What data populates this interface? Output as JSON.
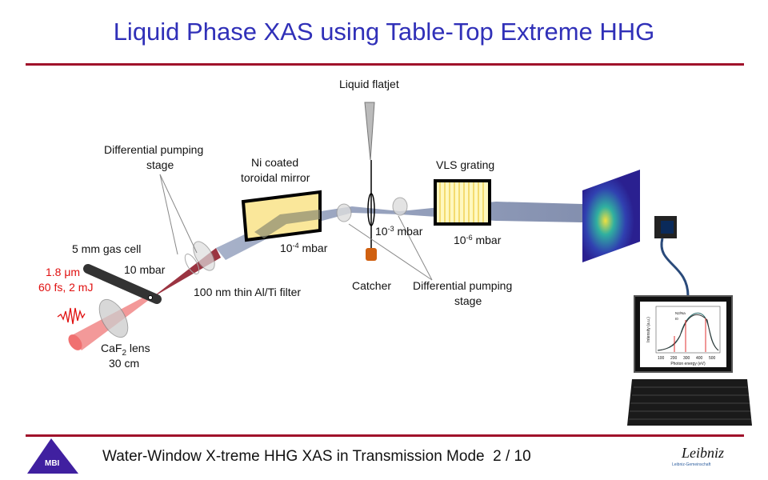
{
  "title": "Liquid Phase XAS using Table-Top Extreme HHG",
  "footer": {
    "text": "Water-Window  X-treme HHG XAS in Transmission Mode",
    "page": "2 / 10",
    "logo_left": "MBI",
    "logo_right": "Leibniz",
    "logo_right_sub": "Leibniz-Gemeinschaft"
  },
  "labels": {
    "laser_l1": "1.8 μm",
    "laser_l2": "60 fs, 2 mJ",
    "gas_cell": "5 mm gas cell",
    "gas_pressure": "10 mbar",
    "lens_pre": "CaF",
    "lens_sub": "2",
    "lens_post": " lens",
    "lens_focal": "30 cm",
    "diff_pump_1_l1": "Differential pumping",
    "diff_pump_1_l2": "stage",
    "filter": "100 nm thin Al/Ti filter",
    "mirror_l1": "Ni coated",
    "mirror_l2": "toroidal mirror",
    "p4_base": "10",
    "p4_exp": "-4",
    "p4_unit": " mbar",
    "flatjet": "Liquid flatjet",
    "p3_base": "10",
    "p3_exp": "-3",
    "p3_unit": " mbar",
    "catcher": "Catcher",
    "diff_pump_2_l1": "Differential pumping",
    "diff_pump_2_l2": "stage",
    "grating": "VLS grating",
    "p6_base": "10",
    "p6_exp": "-6",
    "p6_unit": " mbar"
  },
  "plot": {
    "xlabel": "Photon energy (eV)",
    "ylabel": "Intensity (a.u.)",
    "xticks": [
      "100",
      "200",
      "300",
      "400",
      "500"
    ],
    "legend": [
      "N2/Na",
      "I0"
    ]
  }
}
